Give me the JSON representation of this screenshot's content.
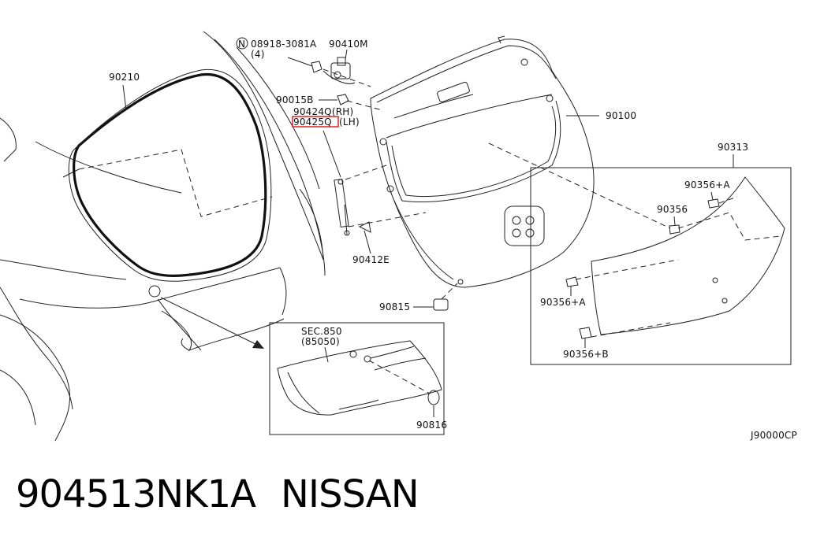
{
  "labels": {
    "weatherstrip": "90210",
    "nut": "08918-3081A",
    "nut_qty": "(4)",
    "hinge": "90410M",
    "bolt": "90015B",
    "stay_rh": "90424Q(RH)",
    "stay_lh_code": "90425Q",
    "stay_lh_suffix": "(LH)",
    "panel": "90100",
    "finisher": "90313",
    "clip_a_top": "90356+A",
    "clip_mid": "90356",
    "clip_a_bottom": "90356+A",
    "clip_b": "90356+B",
    "ball_stud": "90412E",
    "bumper_stop": "90815",
    "sec_ref": "SEC.850",
    "sec_sub": "(85050)",
    "bumper_part": "90816",
    "diagram_code": "J90000CP",
    "nut_circle_letter": "N"
  },
  "footer": {
    "part_number": "904513NK1A",
    "brand": "NISSAN"
  },
  "colors": {
    "highlight": "#e02020",
    "line": "#222222"
  }
}
